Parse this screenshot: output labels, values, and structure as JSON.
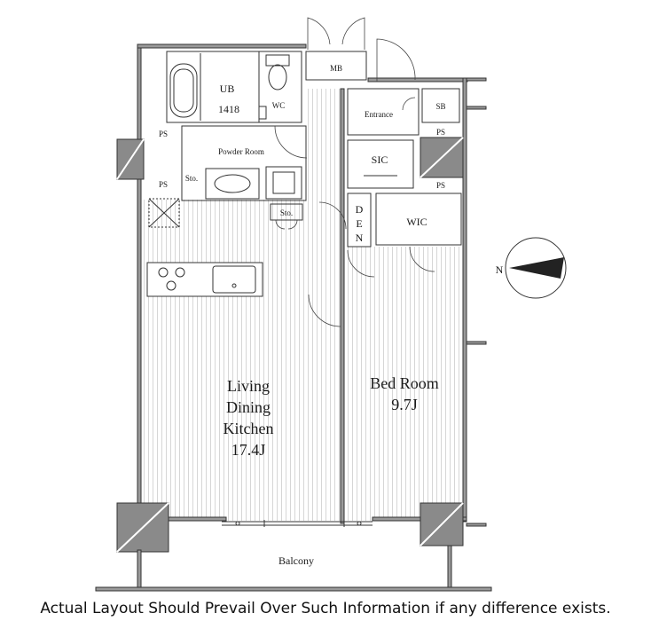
{
  "rooms": {
    "unit_bath": "UB",
    "unit_bath_size": "1418",
    "wc": "WC",
    "meter_box": "MB",
    "entrance": "Entrance",
    "shoe_box": "SB",
    "powder_room": "Powder Room",
    "pipe_space": "PS",
    "storage": "Sto.",
    "sic": "SIC",
    "den": [
      "D",
      "E",
      "N"
    ],
    "wic": "WIC",
    "ldk": [
      "Living",
      "Dining",
      "Kitchen",
      "17.4J"
    ],
    "bedroom": [
      "Bed Room",
      "9.7J"
    ],
    "balcony": "Balcony"
  },
  "compass": {
    "direction": "N"
  },
  "disclaimer": "Actual Layout Should Prevail Over Such Information if any difference exists."
}
